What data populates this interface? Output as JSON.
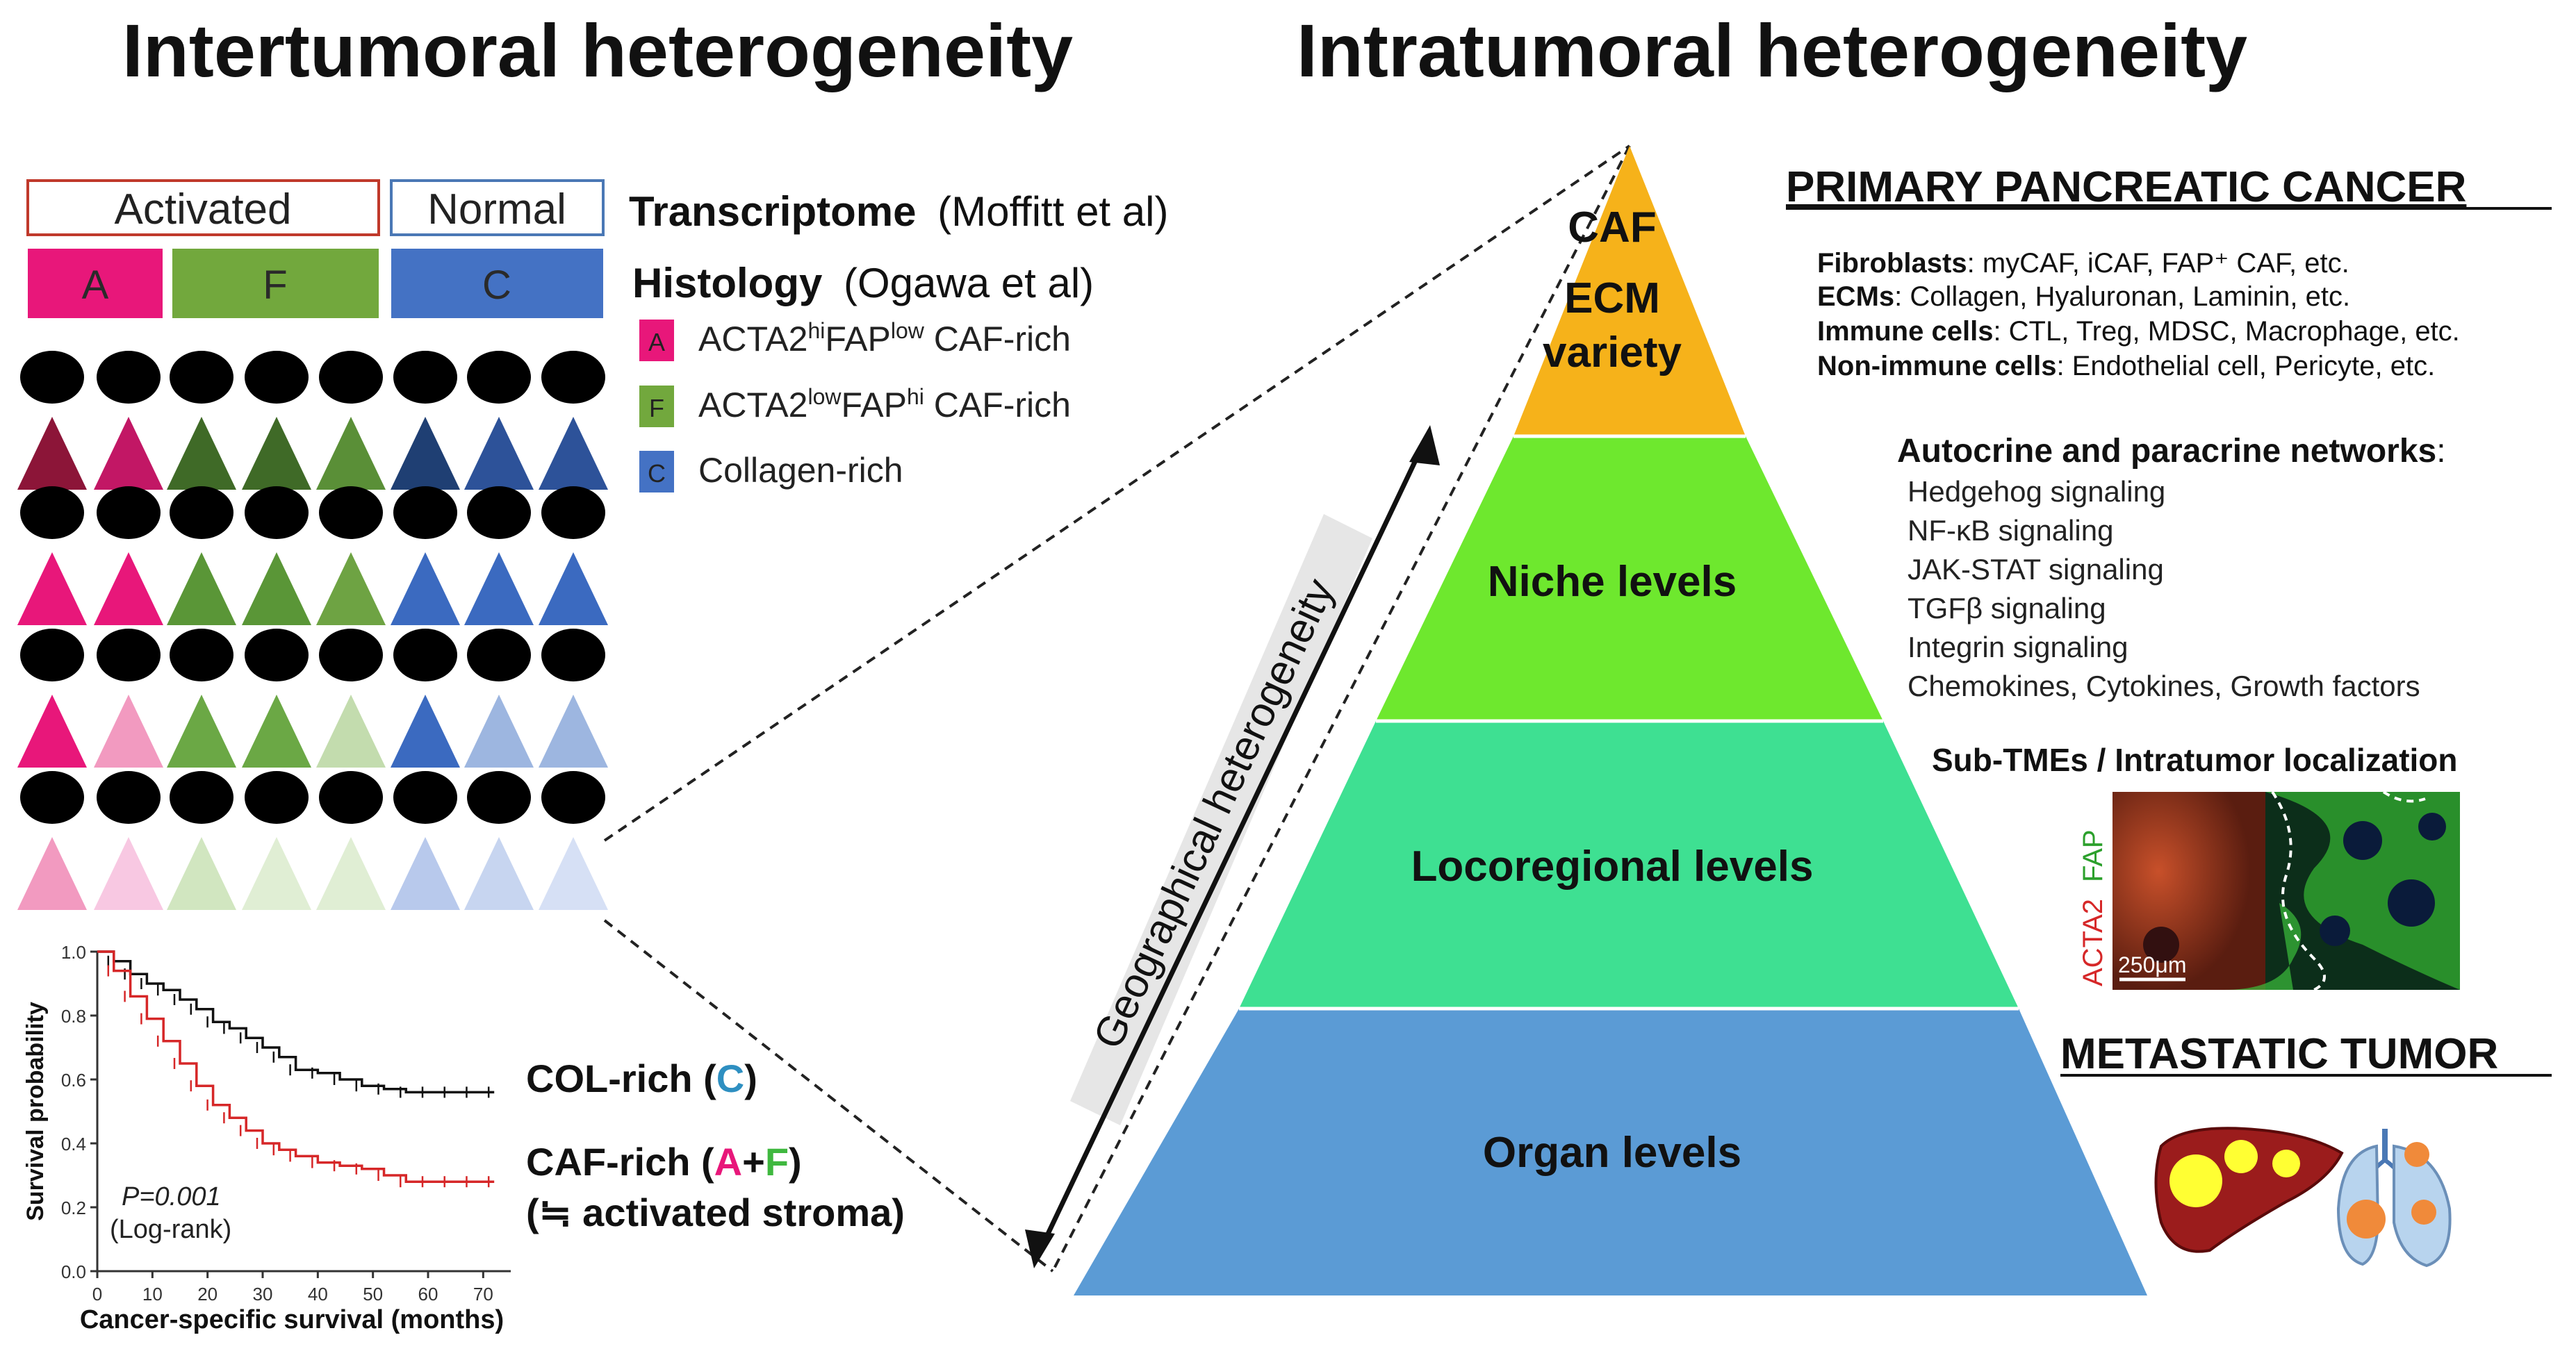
{
  "titles": {
    "left": "Intertumoral heterogeneity",
    "right": "Intratumoral heterogeneity"
  },
  "subtype_header": {
    "activated": "Activated",
    "normal": "Normal",
    "transcriptome_label": "Transcriptome",
    "transcriptome_ref": "(Moffitt et al)",
    "histology_label": "Histology",
    "histology_ref": "(Ogawa et al)",
    "box_a": "A",
    "box_f": "F",
    "box_c": "C"
  },
  "legend": [
    {
      "key": "A",
      "color": "#e8177a",
      "pre": "ACTA2",
      "sup1": "hi",
      "mid": "FAP",
      "sup2": "low",
      "post": " CAF-rich"
    },
    {
      "key": "F",
      "color": "#72a83d",
      "pre": "ACTA2",
      "sup1": "low",
      "mid": "FAP",
      "sup2": "hi",
      "post": " CAF-rich"
    },
    {
      "key": "C",
      "color": "#4472c4",
      "pre": "Collagen-rich",
      "sup1": "",
      "mid": "",
      "sup2": "",
      "post": ""
    }
  ],
  "colors": {
    "a": "#e8177a",
    "f": "#72a83d",
    "c": "#4472c4",
    "pyramid_top": "#f6b21a",
    "pyramid_niche": "#6ee82e",
    "pyramid_loco": "#3ee092",
    "pyramid_organ": "#5b9bd5"
  },
  "pyramid": {
    "top1": "CAF",
    "top2": "ECM",
    "top3": "variety",
    "niche": "Niche levels",
    "loco": "Locoregional levels",
    "organ": "Organ levels",
    "axis_label": "Geographical heterogeneity"
  },
  "primary": {
    "heading": "PRIMARY PANCREATIC CANCER",
    "lines": [
      {
        "bold": "Fibroblasts",
        "rest": ": myCAF, iCAF, FAP⁺ CAF, etc."
      },
      {
        "bold": "ECMs",
        "rest": ": Collagen, Hyaluronan, Laminin, etc."
      },
      {
        "bold": "Immune cells",
        "rest": ": CTL, Treg, MDSC, Macrophage, etc."
      },
      {
        "bold": "Non-immune cells",
        "rest": ": Endothelial cell, Pericyte, etc."
      }
    ],
    "networks_heading": "Autocrine and paracrine networks",
    "networks": [
      "Hedgehog signaling",
      "NF-κB signaling",
      "JAK-STAT signaling",
      "TGFβ signaling",
      "Integrin signaling",
      "Chemokines, Cytokines, Growth factors"
    ],
    "subtme_heading": "Sub-TMEs / Intratumor localization",
    "micro_label_acta2": "ACTA2",
    "micro_label_fap": "FAP",
    "scale_bar": "250μm"
  },
  "metastatic": {
    "heading": "METASTATIC TUMOR",
    "liver_icon": "liver-icon",
    "lung_icon": "lung-icon"
  },
  "chart_data": {
    "type": "line",
    "title": "",
    "xlabel": "Cancer-specific survival (months)",
    "ylabel": "Survival probability",
    "xlim": [
      0,
      75
    ],
    "ylim": [
      0,
      1.0
    ],
    "xticks": [
      "0",
      "10",
      "20",
      "30",
      "40",
      "50",
      "60",
      "70"
    ],
    "yticks": [
      "0.0",
      "0.2",
      "0.4",
      "0.6",
      "0.8",
      "1.0"
    ],
    "series": [
      {
        "name": "COL-rich (C)",
        "color": "#111111",
        "x": [
          0,
          3,
          6,
          9,
          12,
          15,
          18,
          21,
          24,
          27,
          30,
          33,
          36,
          40,
          44,
          48,
          52,
          56,
          60,
          64,
          68,
          72
        ],
        "y": [
          1.0,
          0.97,
          0.93,
          0.9,
          0.88,
          0.85,
          0.82,
          0.78,
          0.76,
          0.73,
          0.7,
          0.67,
          0.63,
          0.62,
          0.6,
          0.58,
          0.57,
          0.56,
          0.56,
          0.56,
          0.56,
          0.56
        ]
      },
      {
        "name": "CAF-rich (A+F)",
        "color": "#d62728",
        "x": [
          0,
          3,
          6,
          9,
          12,
          15,
          18,
          21,
          24,
          27,
          30,
          33,
          36,
          40,
          44,
          48,
          52,
          56,
          60,
          64,
          68,
          72
        ],
        "y": [
          1.0,
          0.94,
          0.86,
          0.79,
          0.72,
          0.65,
          0.58,
          0.52,
          0.48,
          0.44,
          0.4,
          0.38,
          0.36,
          0.34,
          0.33,
          0.32,
          0.3,
          0.28,
          0.28,
          0.28,
          0.28,
          0.28
        ]
      }
    ],
    "legend": {
      "col": "COL-rich (",
      "col_c": "C",
      "col_end": ")",
      "caf": "CAF-rich (",
      "caf_a": "A",
      "caf_plus": "+",
      "caf_f": "F",
      "caf_end": ")",
      "caf_note": "(≒ activated stroma)"
    },
    "annotation_p": "P=0.001",
    "annotation_test": "(Log-rank)"
  }
}
